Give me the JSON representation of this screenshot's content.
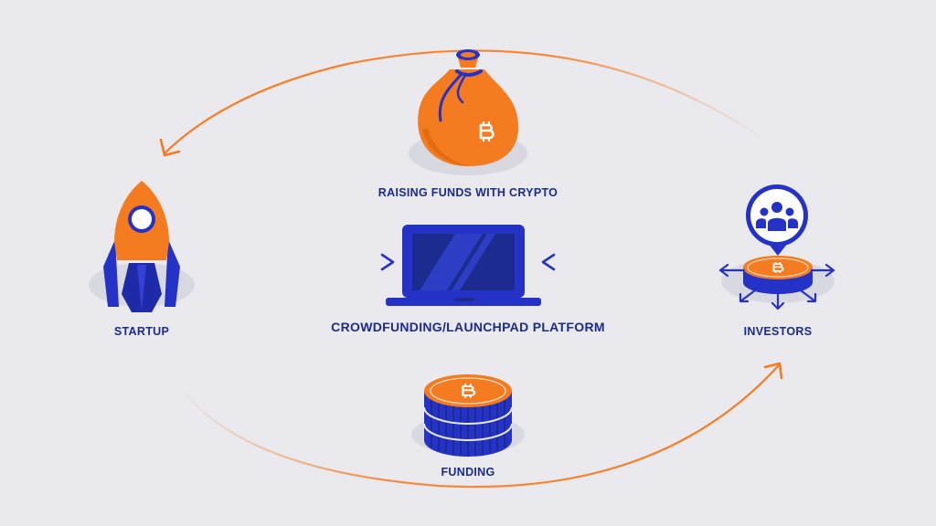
{
  "labels": {
    "startup": "STARTUP",
    "platform": "CROWDFUNDING/LAUNCHPAD PLATFORM",
    "investors": "INVESTORS",
    "raising_funds": "RAISING FUNDS WITH CRYPTO",
    "funding": "FUNDING"
  },
  "icons": {
    "rocket": "rocket-icon",
    "laptop": "laptop-icon",
    "money_bag": "bitcoin-money-bag-icon",
    "coin_stack": "bitcoin-coin-stack-icon",
    "investors": "investors-group-icon",
    "bitcoin": "bitcoin-icon"
  },
  "colors": {
    "background": "#e9e9ee",
    "accent_orange": "#f47b20",
    "primary_blue": "#2432c8",
    "label_navy": "#1b2b8f",
    "shadow": "#d8d8e0"
  }
}
